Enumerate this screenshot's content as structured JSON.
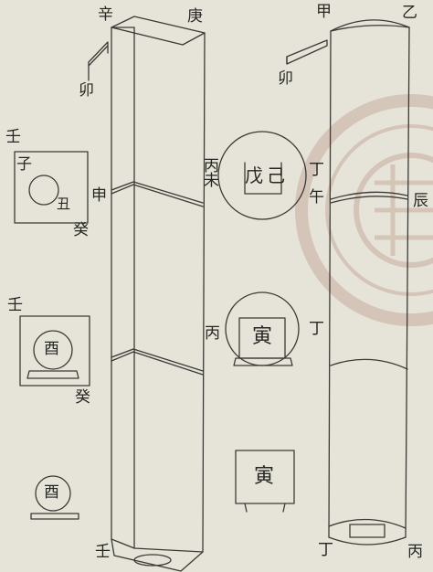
{
  "left_column": {
    "top_labels": {
      "left": "辛",
      "right": "庚"
    },
    "side_labels": {
      "upper_left": "卯",
      "joint": "申"
    },
    "bottom_label": "壬"
  },
  "right_column": {
    "top_labels": {
      "left": "甲",
      "right": "乙"
    },
    "side_labels": {
      "upper_left": "卯",
      "joint_right": "辰"
    },
    "bottom_labels": {
      "left": "丁",
      "right": "丙"
    }
  },
  "middle": {
    "circle": {
      "left_label": "丙未",
      "right_labels": [
        "丁",
        "午"
      ],
      "inner_left": "戊",
      "inner_right": "己"
    },
    "pedestal": {
      "left": "丙",
      "right": "丁",
      "inner": "寅"
    },
    "box": {
      "inner": "寅"
    }
  },
  "left_figures": {
    "fig1": {
      "top": "壬",
      "mark": "子",
      "inner": "丑",
      "corner": "癸"
    },
    "fig2": {
      "top": "壬",
      "inner": "酉",
      "corner": "癸"
    },
    "fig3": {
      "inner": "酉"
    }
  }
}
